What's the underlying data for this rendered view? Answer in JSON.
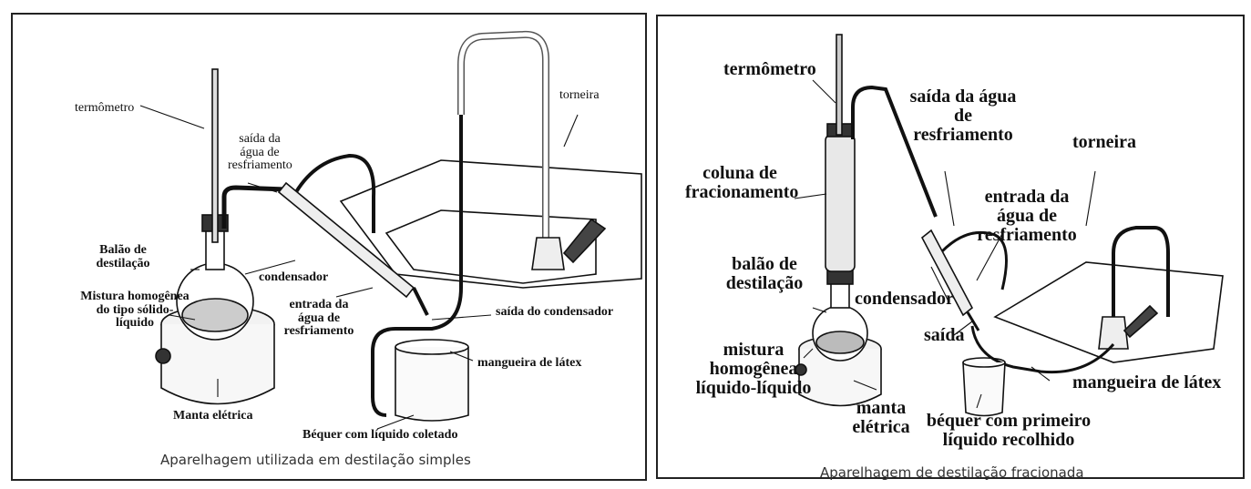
{
  "simple": {
    "caption": "Aparelhagem utilizada em destilação simples",
    "labels": {
      "termometro": "termômetro",
      "saida_agua": "saída da água de resfriamento",
      "torneira": "torneira",
      "balao": "Balão de destilação",
      "condensador": "condensador",
      "mistura": "Mistura homogênea do tipo sólido-líquido",
      "entrada_agua": "entrada da água de resfriamento",
      "saida_condensador": "saída do condensador",
      "mangueira": "mangueira de látex",
      "manta": "Manta elétrica",
      "bequer": "Béquer com líquido coletado"
    }
  },
  "fracionada": {
    "caption": "Aparelhagem de destilação fracionada",
    "labels": {
      "termometro": "termômetro",
      "saida_agua": "saída da água de resfriamento",
      "torneira": "torneira",
      "coluna": "coluna de fracionamento",
      "entrada_agua": "entrada da água de resfriamento",
      "balao": "balão de destilação",
      "condensador": "condensador",
      "saida": "saída",
      "mistura": "mistura homogênea líquido-líquido",
      "mangueira": "mangueira de látex",
      "manta": "manta elétrica",
      "bequer": "béquer com primeiro líquido recolhido"
    }
  }
}
